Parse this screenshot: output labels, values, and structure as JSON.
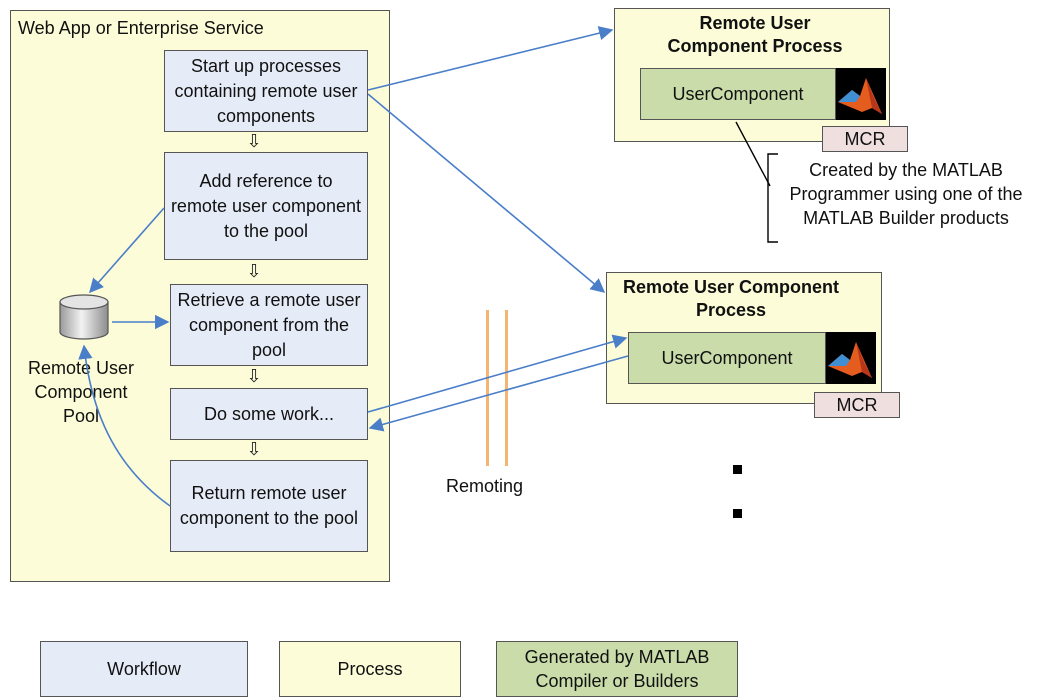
{
  "container": {
    "title": "Web App or Enterprise Service"
  },
  "workflow_steps": [
    {
      "label": "Start up processes containing remote user components"
    },
    {
      "label": "Add reference to remote user component to the pool"
    },
    {
      "label": "Retrieve a remote user component from the pool"
    },
    {
      "label": "Do some work..."
    },
    {
      "label": "Return remote user component to the pool"
    }
  ],
  "pool": {
    "label": "Remote User Component Pool"
  },
  "remote_processes": [
    {
      "title": "Remote User Component Process",
      "component": "UserComponent",
      "runtime": "MCR"
    },
    {
      "title": "Remote User Component Process",
      "component": "UserComponent",
      "runtime": "MCR"
    }
  ],
  "callout": {
    "text": "Created by the MATLAB Programmer using one of the MATLAB Builder products"
  },
  "remoting": {
    "label": "Remoting"
  },
  "legend": [
    {
      "label": "Workflow"
    },
    {
      "label": "Process"
    },
    {
      "label": "Generated by MATLAB Compiler or Builders"
    }
  ],
  "colors": {
    "workflow_fill": "#e6ecf7",
    "process_fill": "#fcfcd8",
    "generated_fill": "#c9dcaa",
    "mcr_fill": "#f0dfdf",
    "arrow": "#4a7ec9",
    "remoting_line": "#f4b574"
  }
}
